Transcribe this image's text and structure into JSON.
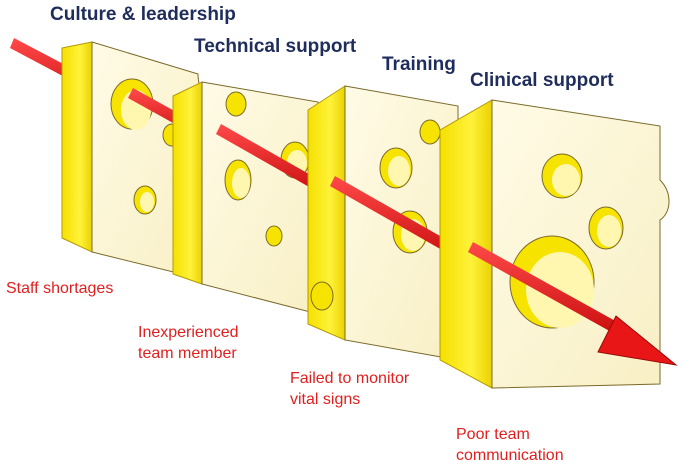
{
  "layers": [
    {
      "title": "Culture & leadership"
    },
    {
      "title": "Technical support"
    },
    {
      "title": "Training"
    },
    {
      "title": "Clinical support"
    }
  ],
  "failures": [
    {
      "lines": [
        "Staff shortages"
      ]
    },
    {
      "lines": [
        "Inexperienced",
        "team member"
      ]
    },
    {
      "lines": [
        "Failed to monitor",
        "vital signs"
      ]
    },
    {
      "lines": [
        "Poor team",
        "communication"
      ]
    }
  ],
  "colors": {
    "cheese_face": "#fdf6d2",
    "cheese_side": "#fdef00",
    "cheese_side_dark": "#e2c600",
    "arrow": "#e81616",
    "layer_title": "#1f2d5c",
    "failure_label": "#e02020"
  }
}
